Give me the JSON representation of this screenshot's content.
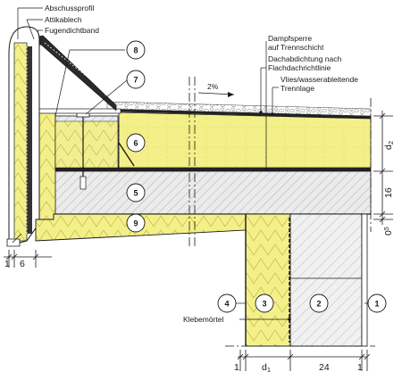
{
  "labels": {
    "abschussprofil": "Abschussprofil",
    "attikablech": "Attikablech",
    "fugendichtband": "Fugendichtband",
    "dampfsperre_1": "Dampfsperre",
    "dampfsperre_2": "auf Trennschicht",
    "dachabdichtung_1": "Dachabdichtung nach",
    "dachabdichtung_2": "Flachdachrichtlinie",
    "vlies_1": "Vlies/wasserableitende",
    "vlies_2": "Trennlage",
    "klebemoertel": "Klebemörtel",
    "slope": "2%"
  },
  "callouts": [
    "1",
    "2",
    "3",
    "4",
    "5",
    "6",
    "7",
    "8",
    "9"
  ],
  "dimensions": {
    "left_1": "1",
    "left_6": "6",
    "right_d2": "d",
    "right_d2_sub": "2",
    "right_16": "16",
    "right_05": "0",
    "right_05_sup": "5",
    "bottom_1a": "1",
    "bottom_d1": "d",
    "bottom_d1_sub": "1",
    "bottom_24": "24",
    "bottom_1b": "1"
  },
  "colors": {
    "insulation": "#f3f08a",
    "concrete": "#e9e9e9",
    "masonry": "#f1f1f1",
    "line": "#1a1a1a",
    "membrane": "#222222"
  }
}
